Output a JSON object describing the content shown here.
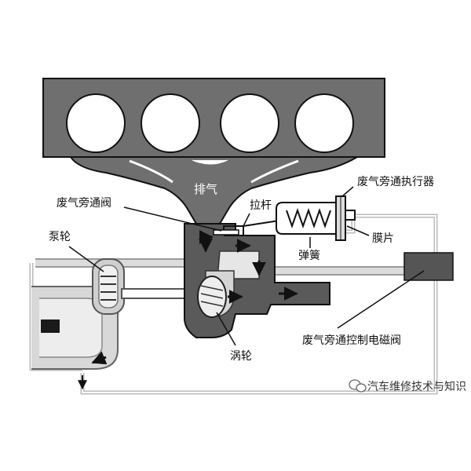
{
  "labels": {
    "exhaust": "排气",
    "actuator": "废气旁通执行器",
    "wastegate_valve": "废气旁通阀",
    "pull_rod": "拉杆",
    "pump_wheel": "泵轮",
    "diaphragm": "膜片",
    "spring": "弹簧",
    "turbine": "涡轮",
    "solenoid_valve": "废气旁通控制电磁阀"
  },
  "watermark": {
    "text": "汽车维修技术与知识"
  },
  "colors": {
    "engine_block": "#6f6f6f",
    "exhaust_gas": "#5a5a5a",
    "intake_air": "#cfcfcf",
    "solenoid": "#555555",
    "line": "#111111"
  }
}
